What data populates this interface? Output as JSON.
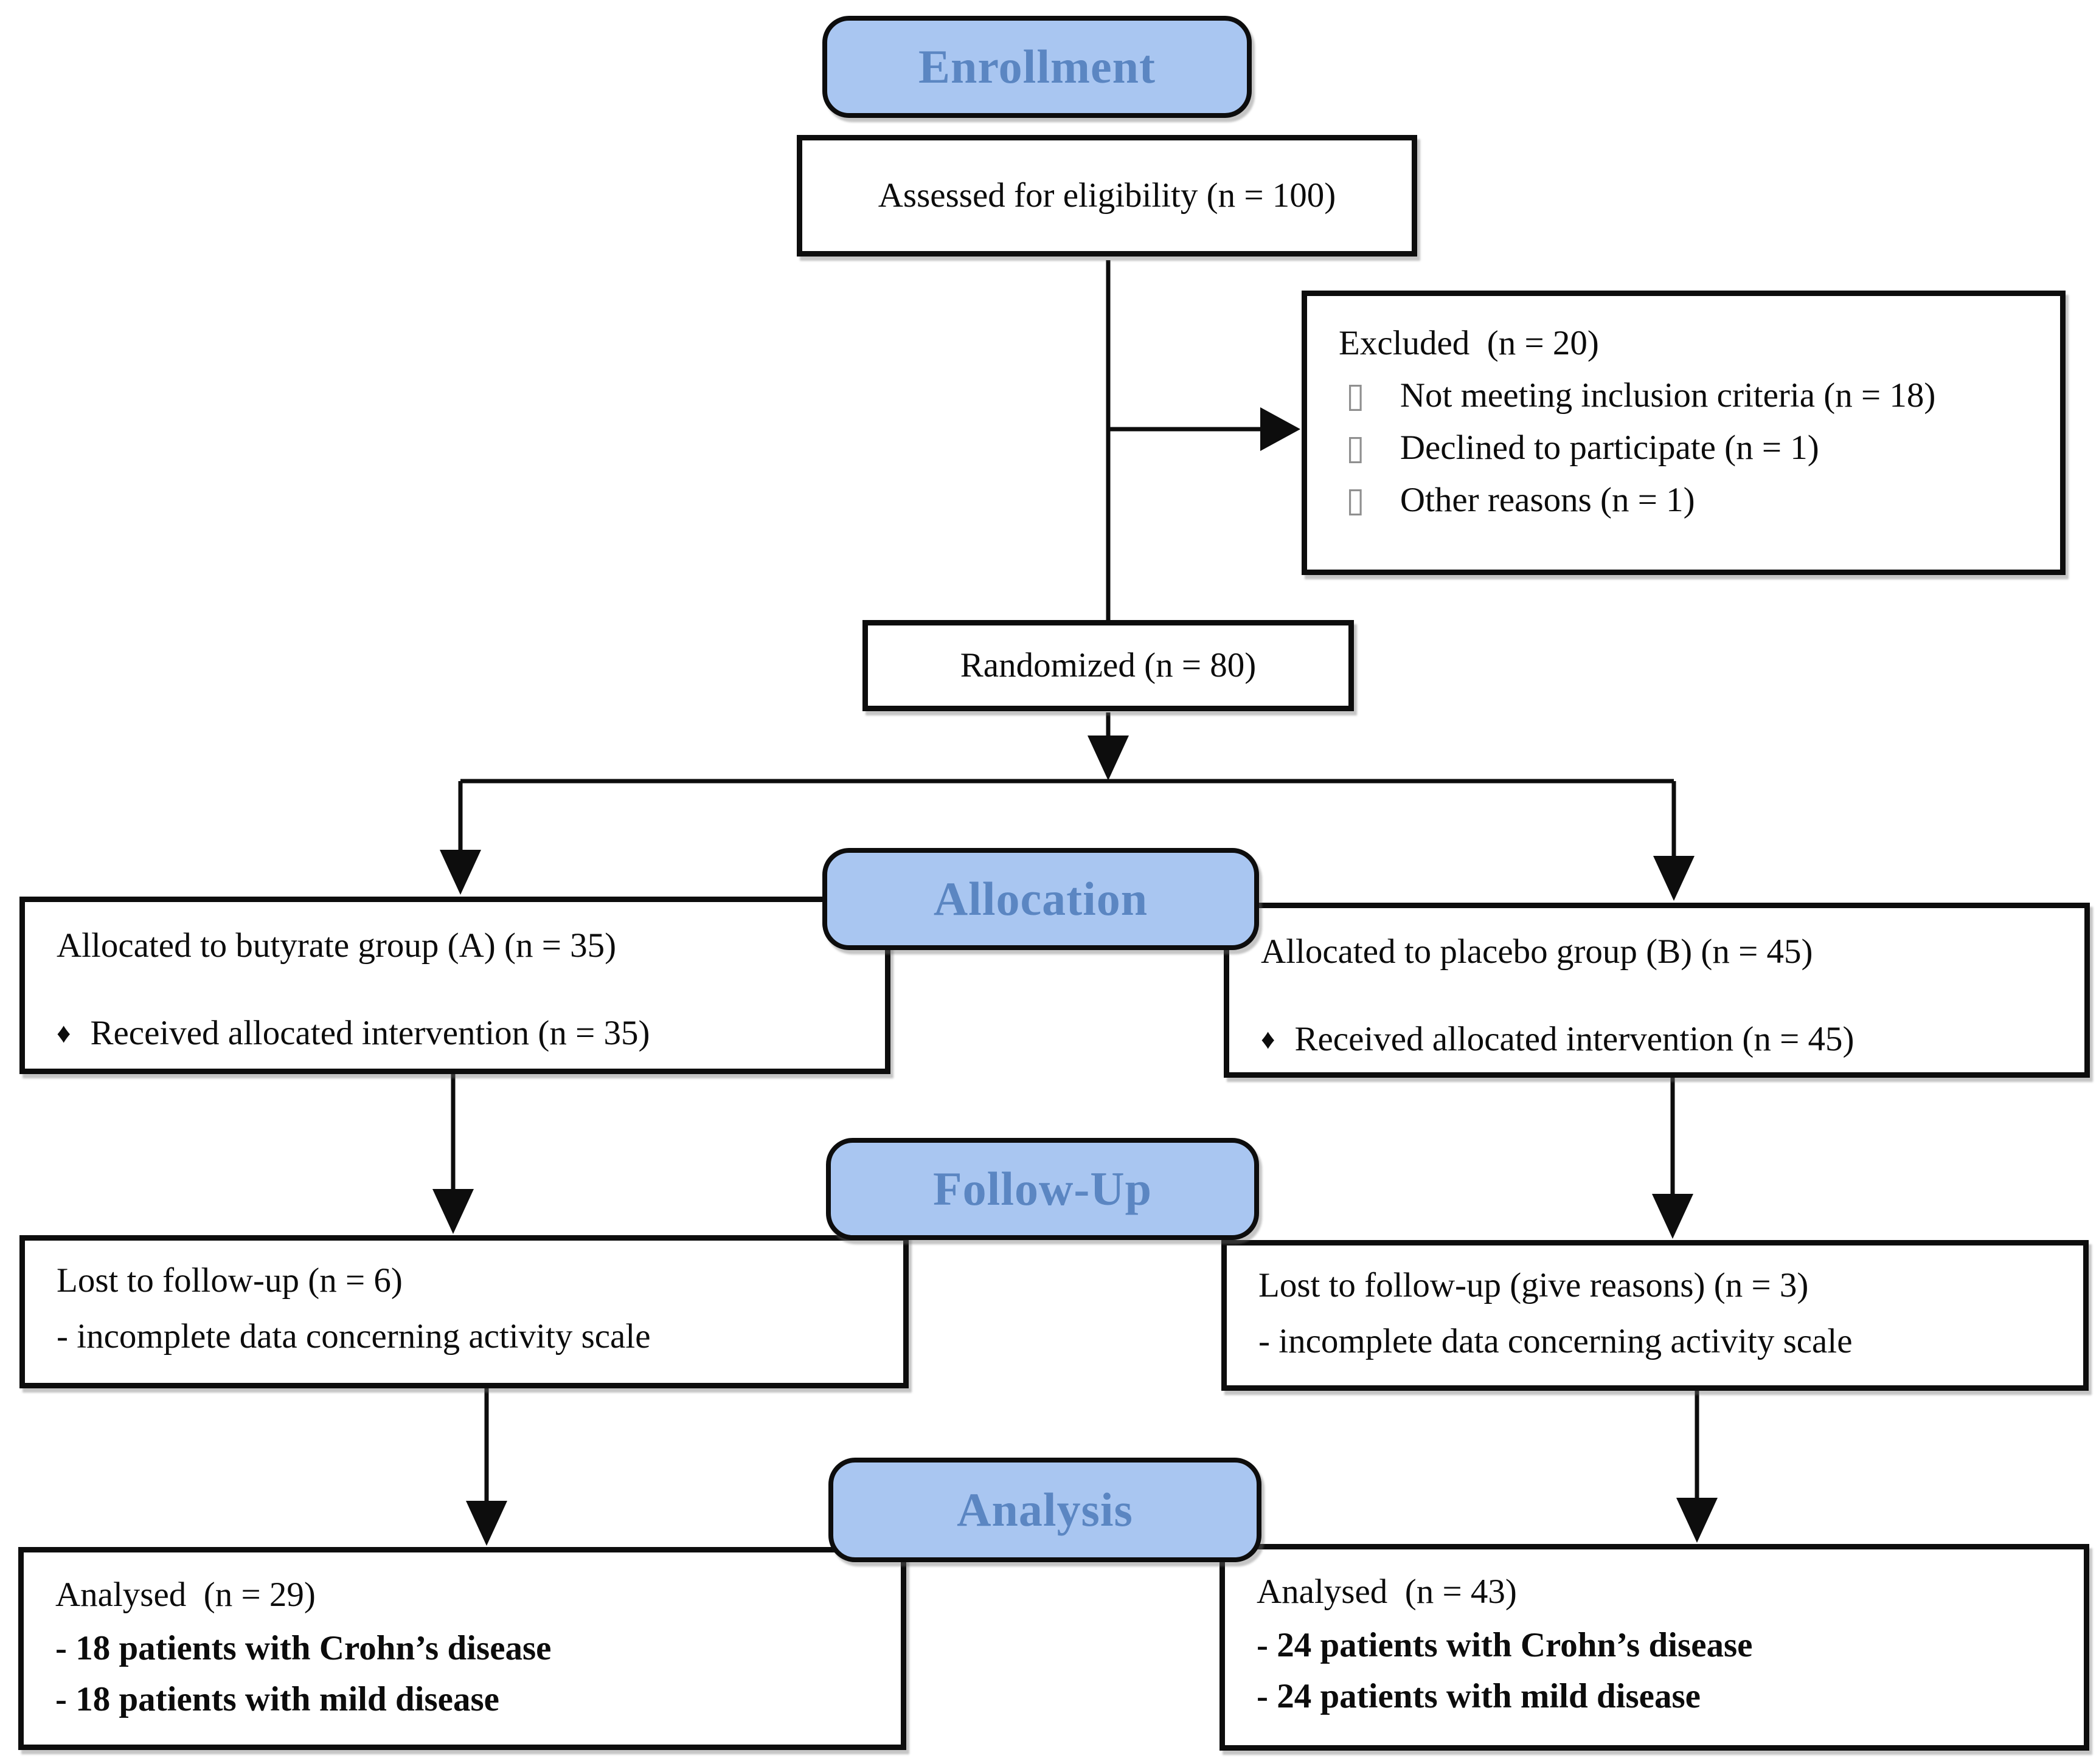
{
  "stages": {
    "enrollment_label": "Enrollment",
    "allocation_label": "Allocation",
    "followup_label": "Follow-Up",
    "analysis_label": "Analysis"
  },
  "enrollment": {
    "assessed_text": "Assessed for eligibility (n = 100)",
    "excluded_title": "Excluded  (n = 20)",
    "excluded_bullet": "▯",
    "excluded_items": [
      "Not meeting inclusion criteria (n = 18)",
      "Declined to participate (n = 1)",
      "Other reasons (n = 1)"
    ],
    "randomized_text": "Randomized (n = 80)"
  },
  "allocation": {
    "left": {
      "title": "Allocated to butyrate group (A) (n = 35)",
      "bullet": "♦",
      "detail": "Received allocated intervention (n = 35)"
    },
    "right": {
      "title": "Allocated to placebo group (B) (n = 45)",
      "bullet": "♦",
      "detail": "Received allocated intervention (n = 45)"
    }
  },
  "followup": {
    "left": {
      "title": "Lost to follow-up (n = 6)",
      "detail": "- incomplete data concerning activity scale"
    },
    "right": {
      "title": "Lost to follow-up (give reasons) (n = 3)",
      "detail": "- incomplete data concerning activity scale"
    }
  },
  "analysis": {
    "left": {
      "title": "Analysed  (n = 29)",
      "detail1": "- 18 patients with Crohn’s disease",
      "detail2": "- 18 patients with mild disease"
    },
    "right": {
      "title": "Analysed  (n = 43)",
      "detail1": "- 24 patients with Crohn’s disease",
      "detail2": "- 24 patients with mild disease"
    }
  },
  "colors": {
    "pill_fill": "#a9c6f1",
    "pill_text": "#5b86c2",
    "box_border": "#0d0d0d",
    "connector": "#0d0d0d",
    "square_bullet": "#8f8f8f"
  }
}
